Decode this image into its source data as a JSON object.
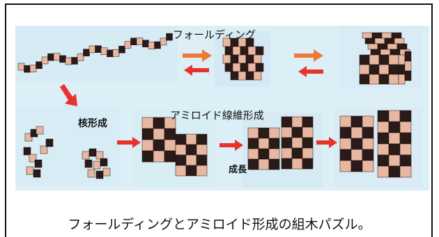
{
  "labels": {
    "folding": "フォールディング",
    "nucleation": "核形成",
    "amyloid": "アミロイド線維形成",
    "growth": "成長"
  },
  "caption": "フォールディングとアミロイド形成の組木パズル。",
  "colors": {
    "background": "#dceef6",
    "arrow": "#e8322b",
    "arrow_alt": "#ee7a3a",
    "block_dark": "#2a1a18",
    "block_light": "#e8b7a2"
  },
  "icons": [
    "arrow-right-icon",
    "arrow-left-icon",
    "arrow-down-icon"
  ]
}
